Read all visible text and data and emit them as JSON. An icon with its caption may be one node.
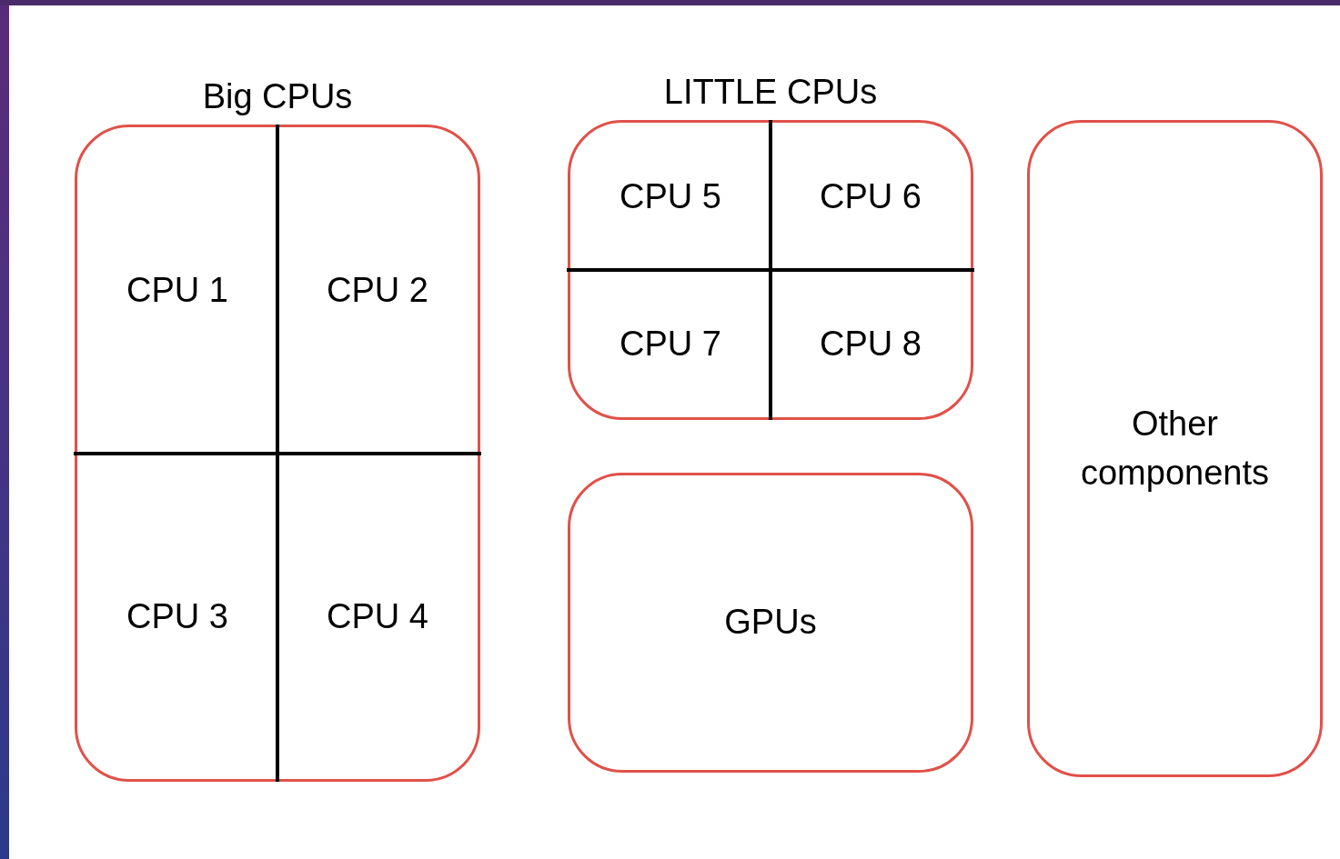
{
  "diagram": {
    "nodes": [
      {
        "text": [
          "Big CPUs"
        ]
      },
      {
        "text": [
          "CPU 1"
        ],
        "in": 0
      },
      {
        "text": [
          "CPU 2"
        ],
        "in": 0
      },
      {
        "text": [
          "CPU 3"
        ],
        "in": 0
      },
      {
        "text": [
          "CPU 4"
        ],
        "in": 0
      },
      {
        "text": [
          "LITTLE CPUs"
        ]
      },
      {
        "text": [
          "CPU 5"
        ],
        "in": 5
      },
      {
        "text": [
          "CPU 6"
        ],
        "in": 5
      },
      {
        "text": [
          "CPU 7"
        ],
        "in": 5
      },
      {
        "text": [
          "CPU 8"
        ],
        "in": 5
      },
      {
        "text": [
          "GPUs"
        ]
      },
      {
        "text": [
          "Other components"
        ]
      }
    ]
  }
}
